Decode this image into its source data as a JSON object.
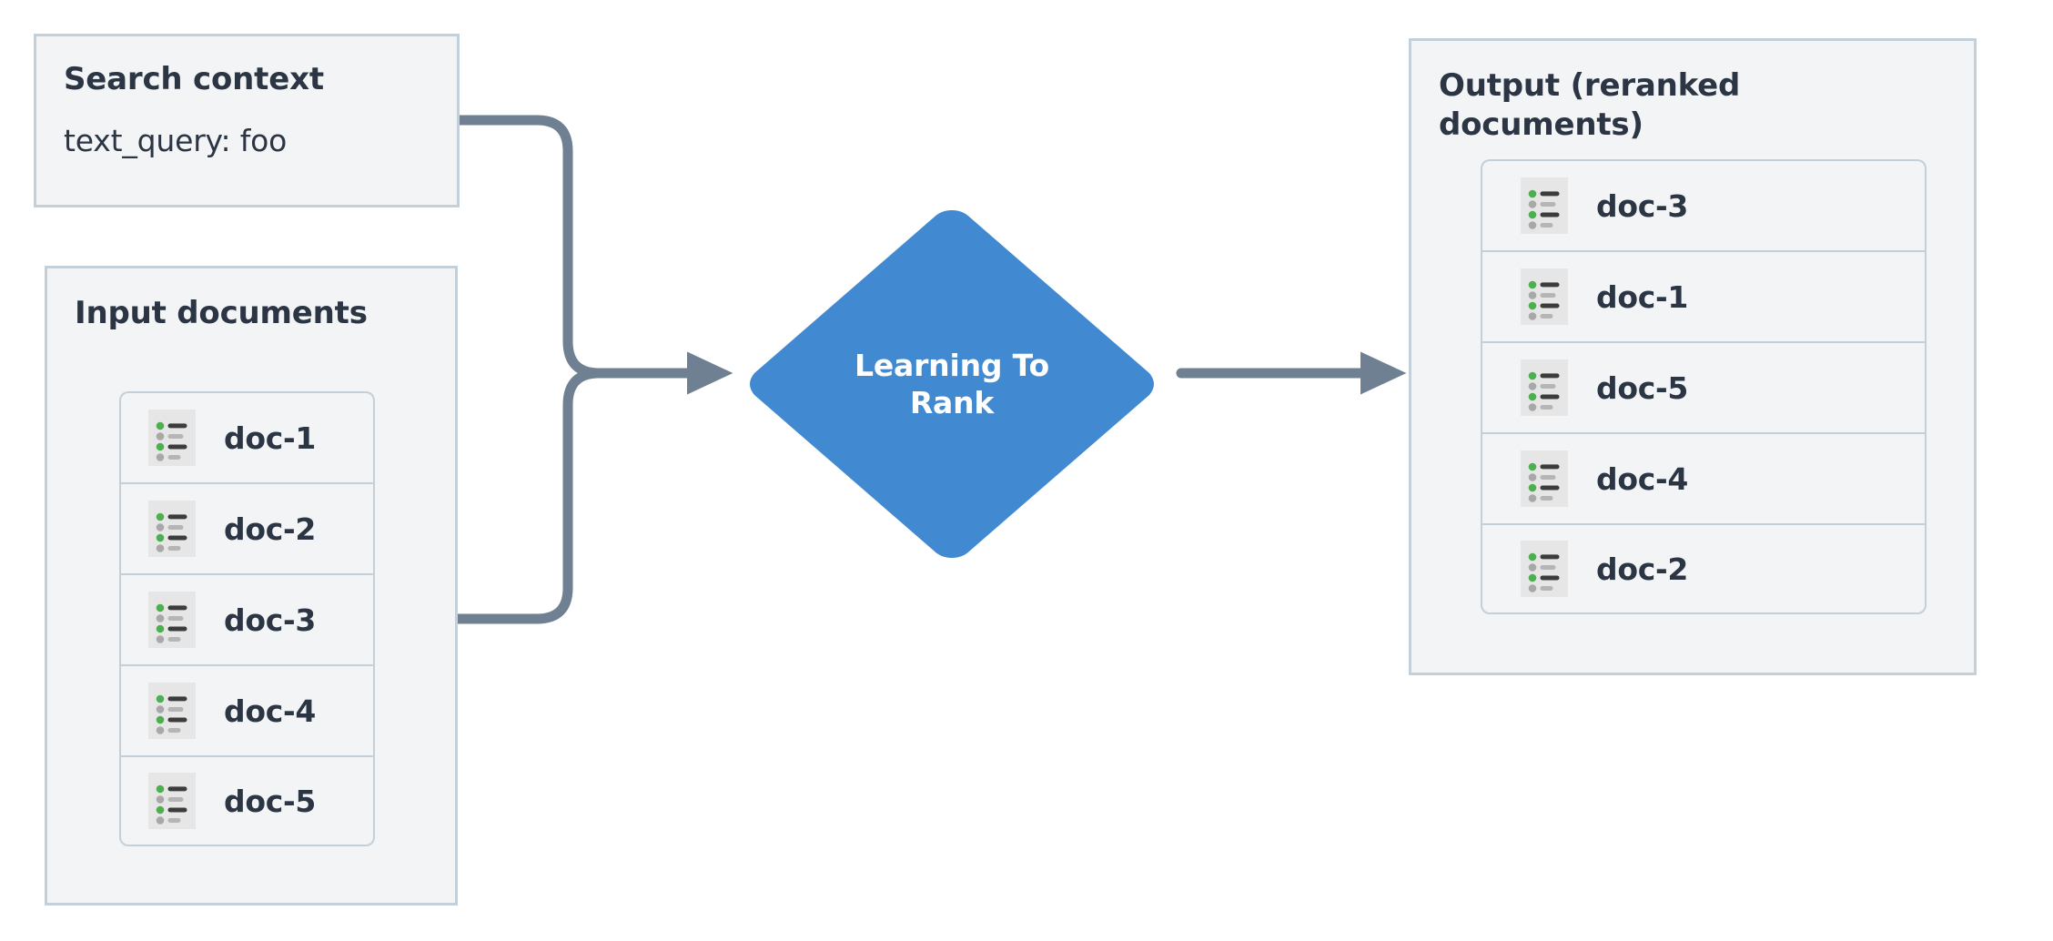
{
  "diagram": {
    "title": "Learning To Rank reranking flow",
    "colors": {
      "panel_fill": "#f2f4f6",
      "panel_border": "#c3cfd9",
      "text": "#2b3544",
      "node_fill": "#4189d0",
      "node_text": "#ffffff",
      "connector": "#6f8092",
      "icon_background": "#e6e6e6",
      "icon_accent_green": "#4caf50",
      "icon_bar_dark": "#3c3c3c",
      "icon_bar_light": "#b5b5b5",
      "icon_dot_gray": "#a8a8a8"
    }
  },
  "search_context": {
    "title": "Search context",
    "query_line": "text_query: foo"
  },
  "input_documents": {
    "title": "Input documents",
    "items": [
      {
        "label": "doc-1",
        "icon": "document-list-icon"
      },
      {
        "label": "doc-2",
        "icon": "document-list-icon"
      },
      {
        "label": "doc-3",
        "icon": "document-list-icon"
      },
      {
        "label": "doc-4",
        "icon": "document-list-icon"
      },
      {
        "label": "doc-5",
        "icon": "document-list-icon"
      }
    ]
  },
  "process_node": {
    "label_line1": "Learning To",
    "label_line2": "Rank",
    "shape": "diamond"
  },
  "output_documents": {
    "title": "Output (reranked documents)",
    "items": [
      {
        "label": "doc-3",
        "icon": "document-list-icon"
      },
      {
        "label": "doc-1",
        "icon": "document-list-icon"
      },
      {
        "label": "doc-5",
        "icon": "document-list-icon"
      },
      {
        "label": "doc-4",
        "icon": "document-list-icon"
      },
      {
        "label": "doc-2",
        "icon": "document-list-icon"
      }
    ]
  },
  "connectors": [
    {
      "from": "search-context",
      "to": "learning-to-rank",
      "arrow": true
    },
    {
      "from": "input-documents",
      "to": "learning-to-rank",
      "arrow": true
    },
    {
      "from": "learning-to-rank",
      "to": "output-documents",
      "arrow": true
    }
  ]
}
